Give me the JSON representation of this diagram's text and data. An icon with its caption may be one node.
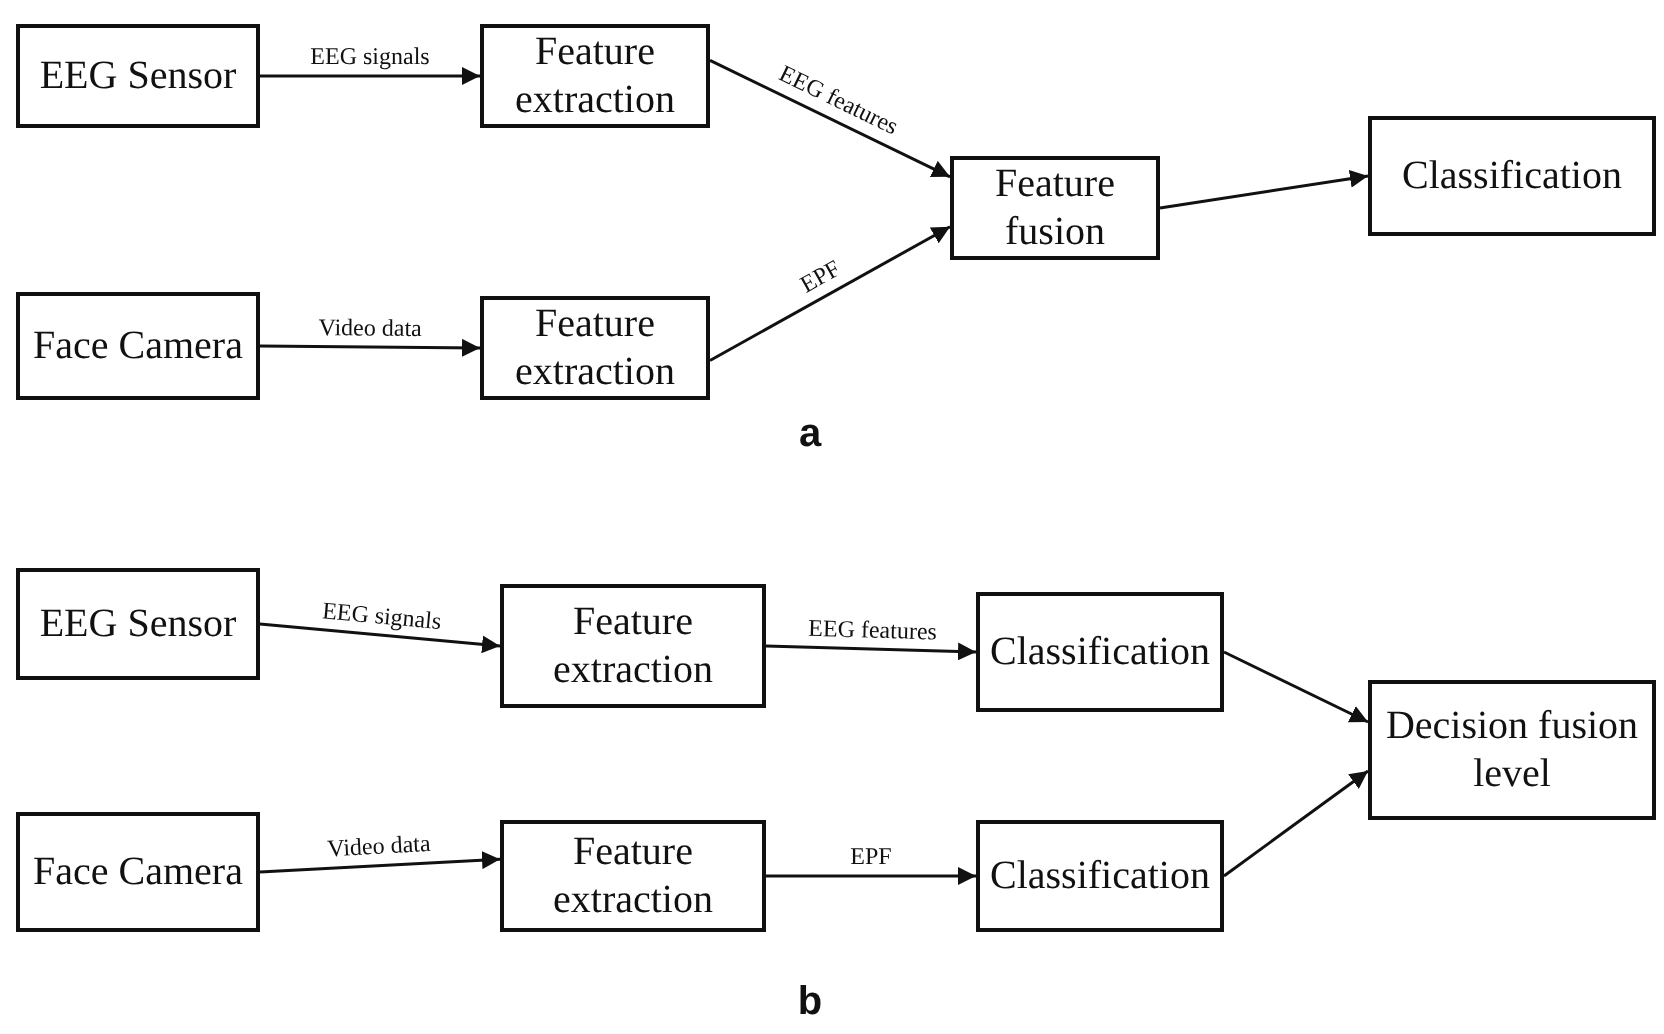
{
  "diagram": {
    "nodes": [
      {
        "text": [
          "EEG Sensor"
        ]
      },
      {
        "text": [
          "Feature extraction"
        ]
      },
      {
        "text": [
          "Face Camera"
        ]
      },
      {
        "text": [
          "Feature extraction"
        ]
      },
      {
        "text": [
          "Feature fusion"
        ]
      },
      {
        "text": [
          "Classification"
        ]
      },
      {
        "text": [
          "EEG Sensor"
        ]
      },
      {
        "text": [
          "Feature extraction"
        ]
      },
      {
        "text": [
          "Classification"
        ]
      },
      {
        "text": [
          "Decision fusion level"
        ]
      },
      {
        "text": [
          "Face Camera"
        ]
      },
      {
        "text": [
          "Feature extraction"
        ]
      },
      {
        "text": [
          "Classification"
        ]
      }
    ],
    "edges": [
      {
        "from": 0,
        "to": 1,
        "arrow": "to",
        "label": "EEG signals"
      },
      {
        "from": 2,
        "to": 3,
        "arrow": "to",
        "label": "Video data"
      },
      {
        "from": 1,
        "to": 4,
        "arrow": "to",
        "label": "EEG features"
      },
      {
        "from": 3,
        "to": 4,
        "arrow": "to",
        "label": "EPF"
      },
      {
        "from": 4,
        "to": 5,
        "arrow": "to"
      },
      {
        "from": 6,
        "to": 7,
        "arrow": "to",
        "label": "EEG signals"
      },
      {
        "from": 7,
        "to": 8,
        "arrow": "to",
        "label": "EEG features"
      },
      {
        "from": 8,
        "to": 9,
        "arrow": "to"
      },
      {
        "from": 10,
        "to": 11,
        "arrow": "to",
        "label": "Video data"
      },
      {
        "from": 11,
        "to": 12,
        "arrow": "to",
        "label": "EPF"
      },
      {
        "from": 12,
        "to": 9,
        "arrow": "to"
      }
    ],
    "labels": [
      "a",
      "b"
    ]
  }
}
